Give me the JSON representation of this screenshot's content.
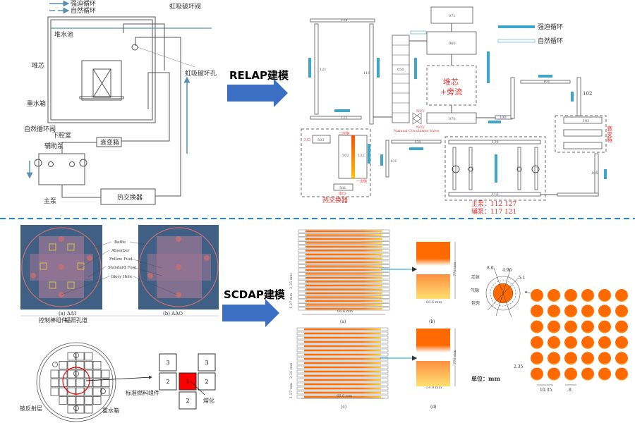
{
  "colors": {
    "flow_arrow": "#3ea6cc",
    "modeling_arrow": "#3b6fc4",
    "divider": "#1e88e5",
    "fuel": "#ff6a00",
    "melt": "#ff0000",
    "label_red": "#e83030"
  },
  "top_left": {
    "legend_forced": "强迫循环",
    "legend_natural": "自然循环",
    "siphon_valve": "虹吸破坏阀",
    "siphon_hole": "虹吸破坏孔",
    "pool": "堆水池",
    "core": "堆芯",
    "heavy_water_tank": "重水箱",
    "nat_valve": "自然循环阀",
    "lower_plenum": "下腔室",
    "decay_tank": "衰变箱",
    "aux_pump": "辅助泵",
    "main_pump": "主泵",
    "heat_exchanger": "热交换器"
  },
  "relap_label": "RELAP建模",
  "scdap_label": "SCDAP建模",
  "relap": {
    "legend_forced": "强迫循环",
    "legend_natural": "自然循环",
    "core": "堆芯",
    "bypass": "+旁流",
    "nodes": {
      "n071": "071",
      "n060": "060",
      "n050": "050",
      "n070": "070",
      "n124": "124",
      "n121": "121",
      "n116": "116",
      "n122": "122",
      "n100": "100",
      "n101": "101",
      "n102": "102",
      "n103": "103",
      "n130": "130",
      "n129": "129",
      "n110": "110",
      "n131": "131",
      "n503": "503",
      "n502": "502",
      "n132": "132",
      "n501": "501",
      "n105": "105"
    },
    "ncv_top": "NCV",
    "ncv_bottom": "NCV",
    "ncv_caption": "Natural Circulation Valve",
    "inlet": "入口",
    "outlet": "出口",
    "secondary": "二次侧",
    "primary": "一次侧",
    "hx": "热交换器",
    "decay_tank": "衰变箱",
    "main_pumps": "主泵：112  127",
    "aux_pumps": "辅泵：117  121"
  },
  "core_maps": {
    "caption_a": "(a) AAI",
    "caption_b": "(b) AAO",
    "legend": [
      "Baffle",
      "Absorber",
      "Follow Fuel",
      "Standard Fuel",
      "Glory Hole"
    ]
  },
  "core_layout": {
    "control_rod": "控制棒组件",
    "irradiation": "辐照孔道",
    "std_fuel": "标准燃料组件",
    "be_reflector": "铍反射层",
    "heavy_water": "重水箱",
    "melt": "熔化",
    "cells": [
      "3",
      "3",
      "2",
      "1",
      "2",
      "2"
    ]
  },
  "plates": {
    "pitch_a": "2.35 mm",
    "thick_a": "1.27 mm",
    "width_a": "66.6 mm",
    "caption_a": "(a)",
    "width_b": "66.6 mm",
    "height_b": "770 mm",
    "caption_b": "(b)",
    "pitch_c": "2.35 mm",
    "thick_c": "1.27 mm",
    "width_c": "66.6 mm",
    "caption_c": "(c)",
    "width_d": "54.0 mm",
    "height_d": "770 mm",
    "caption_d": "(d)"
  },
  "rod": {
    "d_outer": "8.0",
    "d_core": "4.96",
    "d_gap": "5.1",
    "core_label": "芯体",
    "gap_label": "气隙",
    "clad_label": "包壳",
    "unit": "单位：mm",
    "gap_dim": "2.35",
    "pitch_dim": "10.35",
    "dia_dim": "8",
    "grid_rows": 6,
    "grid_cols": 6
  }
}
